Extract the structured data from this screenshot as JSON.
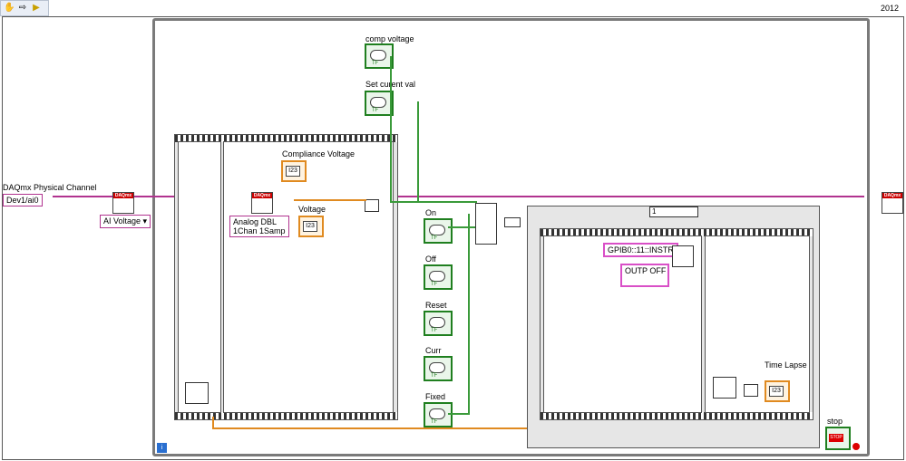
{
  "toolbar": {
    "hand_icon": "✋",
    "run_icon": "⇨",
    "highlight_icon": "▶"
  },
  "version_label": "2012",
  "controls": {
    "physical_channel_label": "DAQmx Physical Channel",
    "physical_channel_value": "Dev1/ai0",
    "ai_voltage": "AI Voltage",
    "compliance_voltage": "Compliance Voltage",
    "voltage": "Voltage",
    "analog_dbl_line1": "Analog DBL",
    "analog_dbl_line2": "1Chan 1Samp",
    "comp_voltage": "comp voltage",
    "set_current_val": "Set curent val",
    "on": "On",
    "off": "Off",
    "reset": "Reset",
    "curr": "Curr",
    "fixed": "Fixed",
    "case_selector": "1",
    "gpib_address": "GPIB0::11::INSTR",
    "outp_off": "OUTP OFF",
    "time_lapse": "Time Lapse",
    "stop": "stop",
    "info": "i",
    "num_glyph": "I23",
    "tf_glyph": "TF",
    "stop_glyph": "STOP",
    "daqmx_glyph": "DAQmx"
  }
}
